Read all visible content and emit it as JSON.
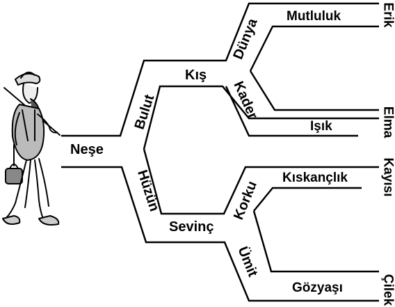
{
  "colors": {
    "line": "#000000",
    "text": "#000000",
    "background": "#ffffff"
  },
  "figure": {
    "icon": "hiker-with-stick-and-bag"
  },
  "labels": {
    "start": "Neşe",
    "bulut": "Bulut",
    "huzun": "Hüzün",
    "kis": "Kış",
    "sevinc": "Sevinç",
    "dunya": "Dünya",
    "kader": "Kader",
    "korku": "Korku",
    "umit": "Ümit",
    "mutluluk": "Mutluluk",
    "isik": "Işık",
    "kiskanclik": "Kıskançlık",
    "gozyasi": "Gözyaşı"
  },
  "endpoints": {
    "erik": "Erik",
    "elma": "Elma",
    "kayisi": "Kayısı",
    "cilek": "Çilek"
  }
}
